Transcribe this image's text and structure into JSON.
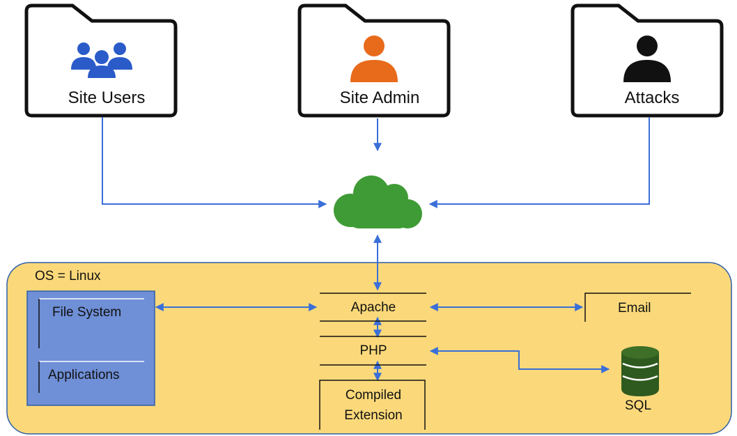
{
  "actors": {
    "site_users": "Site Users",
    "site_admin": "Site Admin",
    "attacks": "Attacks"
  },
  "server": {
    "os_label": "OS = Linux",
    "file_system": "File System",
    "applications": "Applications",
    "apache": "Apache",
    "php": "PHP",
    "compiled_extension_line1": "Compiled",
    "compiled_extension_line2": "Extension",
    "email": "Email",
    "sql": "SQL"
  },
  "colors": {
    "arrow": "#3a6fd8",
    "container_fill": "#fbd97a",
    "container_stroke": "#2f5ea8",
    "file_panel": "#6f8fd6",
    "cloud": "#3f9b35",
    "users_icon": "#2a5bc9",
    "admin_icon": "#e86a1b",
    "attacker_icon": "#111111",
    "database": "#2f5a1f"
  }
}
